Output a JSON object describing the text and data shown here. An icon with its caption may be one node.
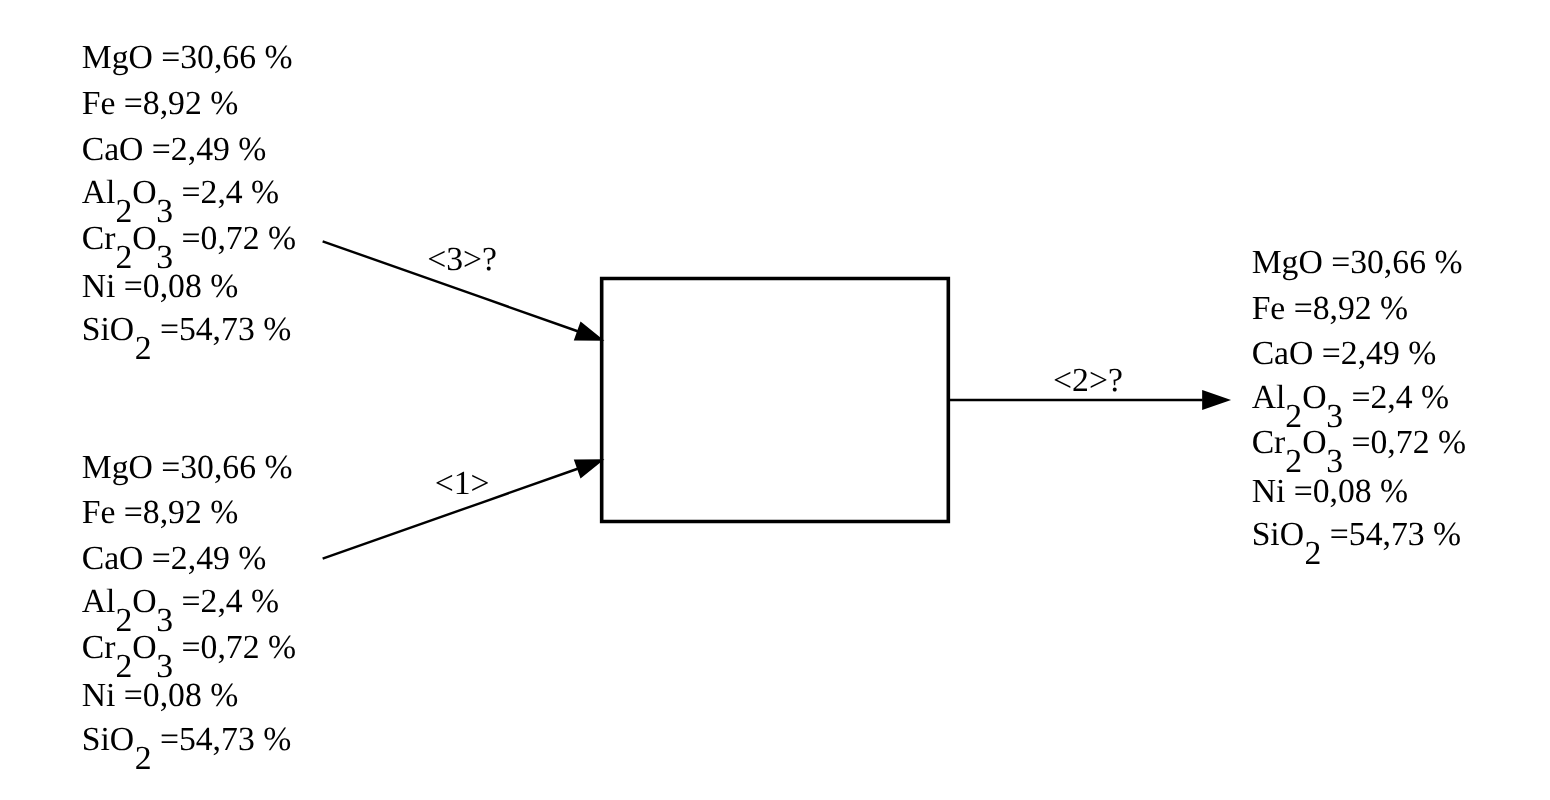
{
  "diagram": {
    "nodes": [
      {
        "text": [
          "MgO =30,66 %",
          "Fe =8,92 %",
          "CaO =2,49 %",
          "Al$_{2}$O$_{3}$ =2,4 %",
          "Cr$_{2}$O$_{3}$ =0,72 %",
          "Ni =0,08 %",
          "SiO$_{2}$ =54,73 %"
        ]
      },
      {
        "text": [
          "MgO =30,66 %",
          "Fe =8,92 %",
          "CaO =2,49 %",
          "Al$_{2}$O$_{3}$ =2,4 %",
          "Cr$_{2}$O$_{3}$ =0,72 %",
          "Ni =0,08 %",
          "SiO$_{2}$ =54,73 %"
        ]
      },
      {
        "text": [],
        "shape": "box"
      },
      {
        "text": [
          "MgO =30,66 %",
          "Fe =8,92 %",
          "CaO =2,49 %",
          "Al$_{2}$O$_{3}$ =2,4 %",
          "Cr$_{2}$O$_{3}$ =0,72 %",
          "Ni =0,08 %",
          "SiO$_{2}$ =54,73 %"
        ]
      }
    ],
    "edges": [
      {
        "from": 1,
        "to": 2,
        "arrow": "to",
        "label": "<1>"
      },
      {
        "from": 0,
        "to": 2,
        "arrow": "to",
        "label": "<3>?"
      },
      {
        "from": 2,
        "to": 3,
        "arrow": "to",
        "label": "<2>?"
      }
    ]
  }
}
